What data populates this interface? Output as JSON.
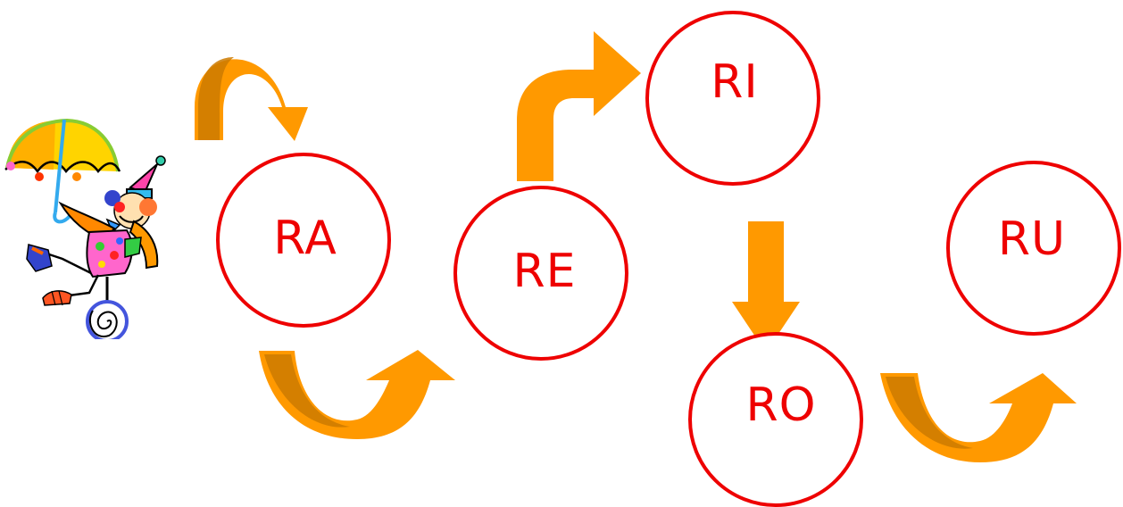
{
  "syllables": {
    "ra": "RA",
    "re": "RE",
    "ri": "RI",
    "ro": "RO",
    "ru": "RU"
  },
  "colors": {
    "circle_stroke": "#ee0000",
    "label_text": "#ee0000",
    "arrow_fill": "#ff9900",
    "arrow_shadow": "#cc7a00"
  },
  "illustration": "clown-on-unicycle-with-umbrella"
}
